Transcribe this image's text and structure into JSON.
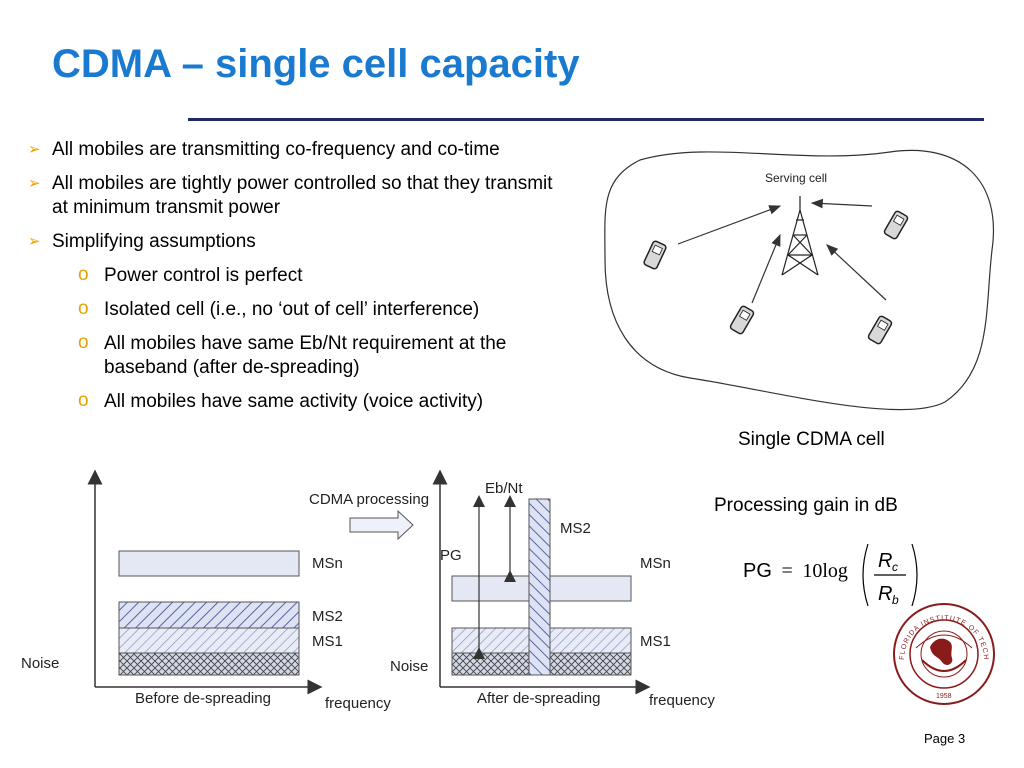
{
  "title": "CDMA – single cell capacity",
  "bullets": [
    "All mobiles are transmitting co-frequency and co-time",
    "All mobiles are tightly power controlled so that they transmit at minimum transmit power",
    "Simplifying assumptions"
  ],
  "sub_bullets": [
    "Power control is perfect",
    "Isolated cell (i.e., no ‘out of cell’ interference)",
    " All mobiles have same Eb/Nt requirement at the baseband (after de-spreading)",
    "All mobiles have same activity (voice activity)"
  ],
  "cell_diagram": {
    "serving_cell_label": "Serving cell",
    "caption": "Single CDMA cell"
  },
  "processing_gain": {
    "heading": "Processing gain in dB",
    "lhs": "PG",
    "equals": "=",
    "coeff": "10log",
    "numerator": "R",
    "numerator_sub": "c",
    "denominator": "R",
    "denominator_sub": "b"
  },
  "spectrum": {
    "noise_left": "Noise",
    "noise_right": "Noise",
    "before_label": "Before de-spreading",
    "after_label": "After de-spreading",
    "frequency_left": "frequency",
    "frequency_right": "frequency",
    "processing_label": "CDMA processing",
    "ebnt_label": "Eb/Nt",
    "pg_label": "PG",
    "msn_left": "MSn",
    "ms2_left": "MS2",
    "ms1_left": "MS1",
    "msn_right": "MSn",
    "ms2_right": "MS2",
    "ms1_right": "MS1"
  },
  "seal": {
    "ring_text": "FLORIDA INSTITUTE OF TECHNOLOGY",
    "year": "1958"
  },
  "footer": {
    "page": "Page 3"
  },
  "colors": {
    "title": "#1a7ad0",
    "bullet_marker": "#e8a100",
    "rule": "#1f2a6b",
    "seal": "#8a1b1b"
  }
}
